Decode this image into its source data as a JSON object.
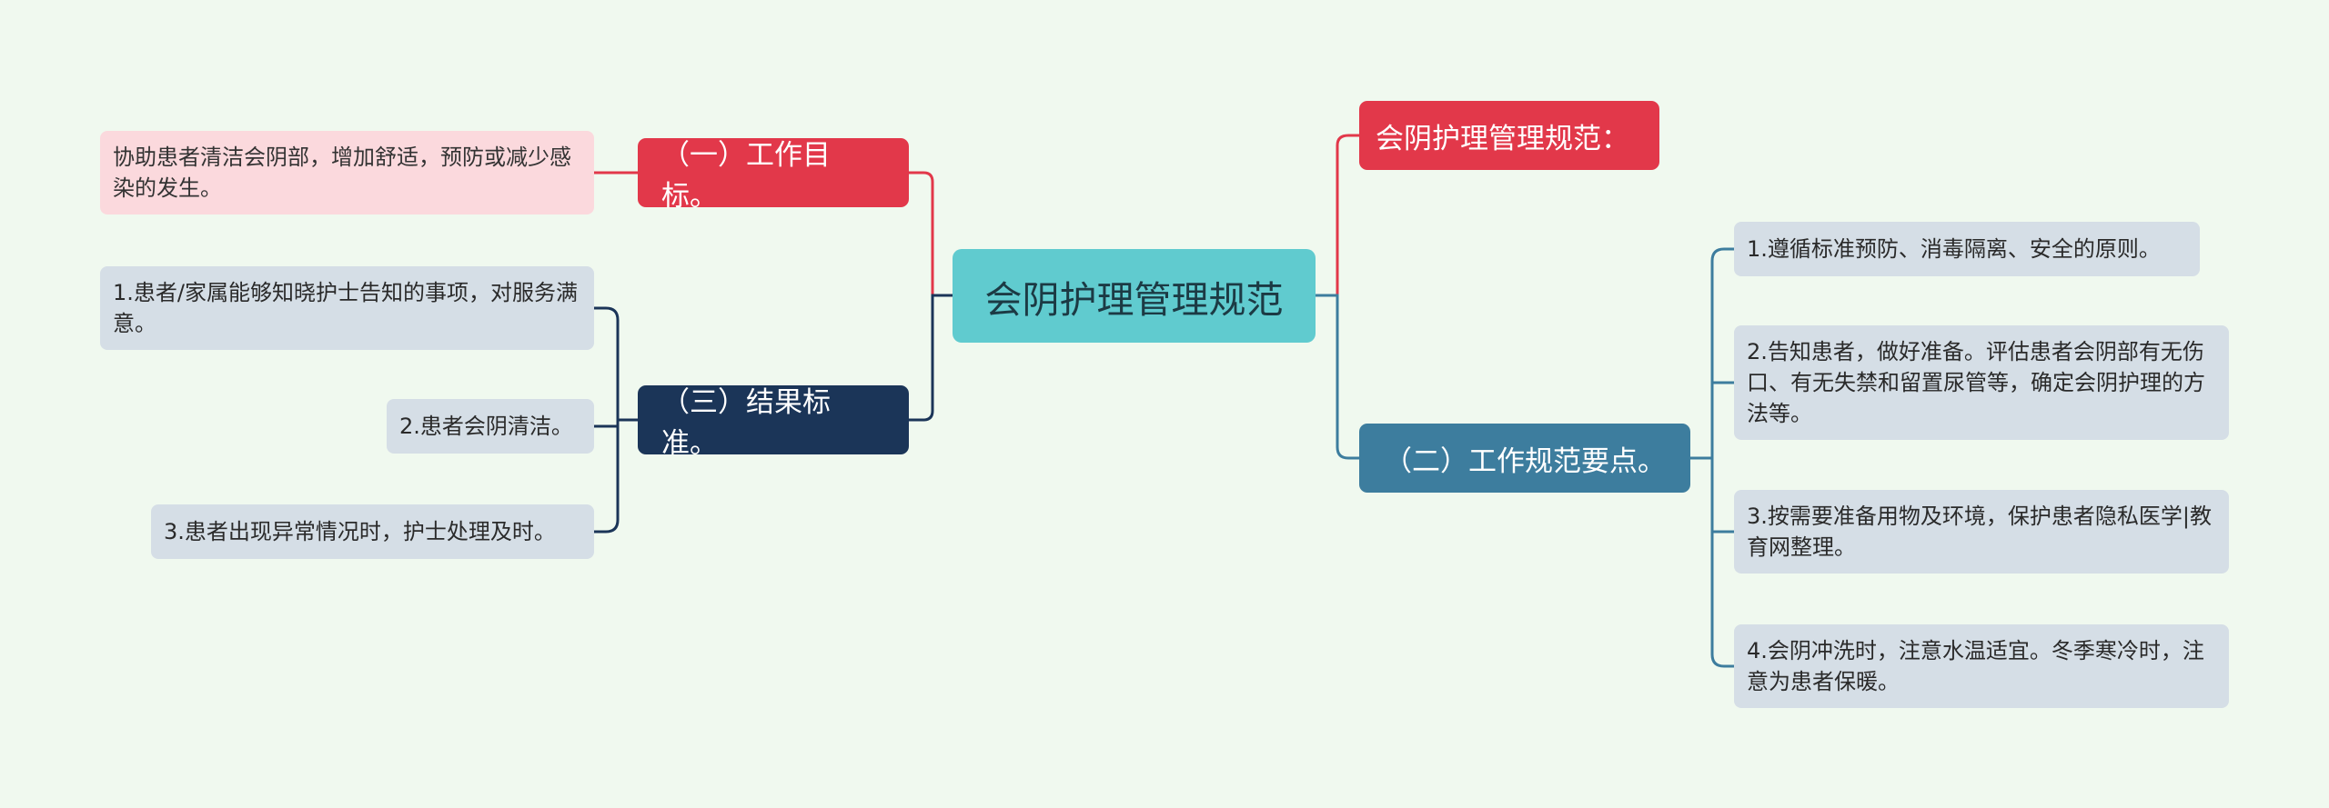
{
  "center": {
    "label": "会阴护理管理规范"
  },
  "branches": {
    "goal": {
      "label": "（一）工作目标。",
      "items": [
        "协助患者清洁会阴部，增加舒适，预防或减少感染的发生。"
      ]
    },
    "title": {
      "label": "会阴护理管理规范："
    },
    "result": {
      "label": "（三）结果标准。",
      "items": [
        "1.患者/家属能够知晓护士告知的事项，对服务满意。",
        "2.患者会阴清洁。",
        "3.患者出现异常情况时，护士处理及时。"
      ]
    },
    "points": {
      "label": "（二）工作规范要点。",
      "items": [
        "1.遵循标准预防、消毒隔离、安全的原则。",
        "2.告知患者，做好准备。评估患者会阴部有无伤口、有无失禁和留置尿管等，确定会阴护理的方法等。",
        "3.按需要准备用物及环境，保护患者隐私医学|教育网整理。",
        "4.会阴冲洗时，注意水温适宜。冬季寒冷时，注意为患者保暖。"
      ]
    }
  },
  "colors": {
    "background": "#f0f9ef",
    "center": "#60cbcf",
    "red": "#e2384a",
    "navy": "#1b3558",
    "steel": "#3d7d9e",
    "leaf": "#d5dee6",
    "leaf_pink": "#fbd9dd"
  }
}
